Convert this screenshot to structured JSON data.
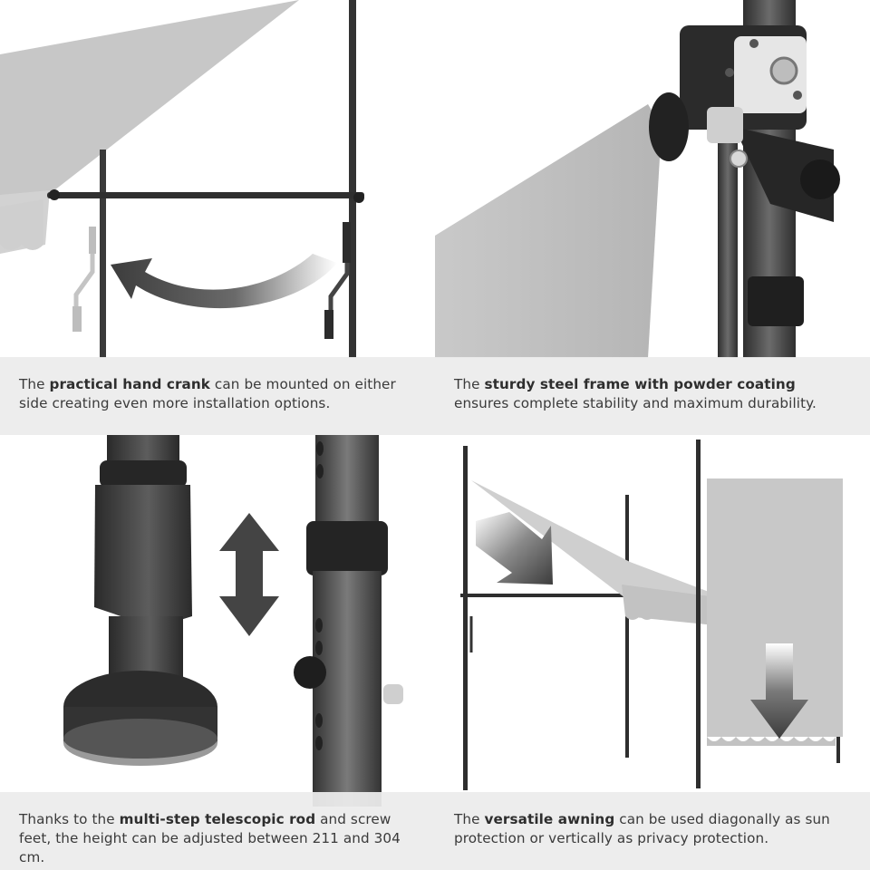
{
  "panels": [
    {
      "caption_pre": "The ",
      "caption_bold": "practical hand crank",
      "caption_post": " can be mounted on either side creating even more installation options."
    },
    {
      "caption_pre": "The ",
      "caption_bold": "sturdy steel frame with powder coating",
      "caption_post": " ensures complete stability and maximum durability."
    },
    {
      "caption_pre": "Thanks to the ",
      "caption_bold": "multi-step telescopic rod",
      "caption_post": " and screw feet, the height can be adjusted between 211 and 304 cm."
    },
    {
      "caption_pre": "The ",
      "caption_bold": "versatile awning",
      "caption_post": " can be used diagonally as sun protection or vertically as privacy protection."
    }
  ],
  "colors": {
    "caption_bg": "#ececec",
    "fabric": "#c9c9c9",
    "frame": "#3a3a3a",
    "arrow": "#3f3f3f"
  },
  "icons": [
    "curved-arrow-icon",
    "diagonal-arrow-icon",
    "down-arrow-icon",
    "double-arrow-icon"
  ]
}
